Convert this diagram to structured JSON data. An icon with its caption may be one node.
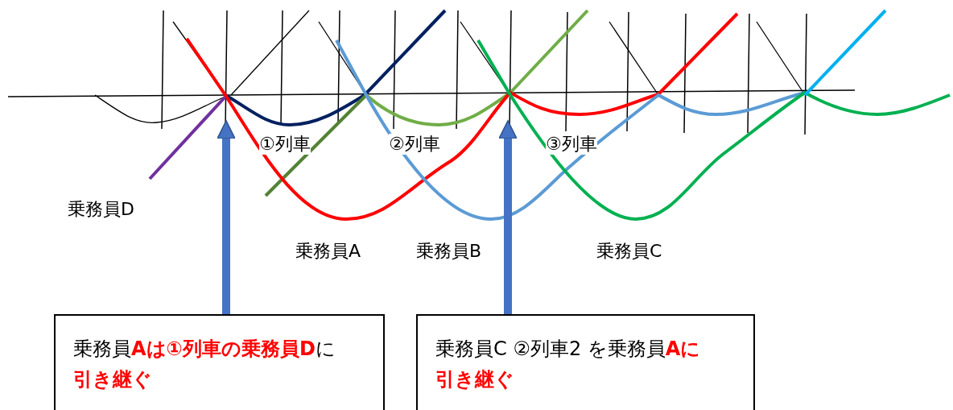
{
  "diagram": {
    "nodes": [
      {
        "text": [
          "乗務員**Aは①列車の乗務員D**に**引き継ぐ**"
        ]
      },
      {
        "text": [
          "乗務員C ②列車2 を乗務員**Aに引き継ぐ**"
        ]
      }
    ],
    "edges": [
      {
        "from": 0,
        "to": null,
        "arrow": "to"
      },
      {
        "from": 1,
        "to": null,
        "arrow": "to"
      }
    ],
    "labels": [
      "①列車",
      "②列車",
      "③列車",
      "乗務員D",
      "乗務員A",
      "乗務員B",
      "乗務員C"
    ]
  }
}
